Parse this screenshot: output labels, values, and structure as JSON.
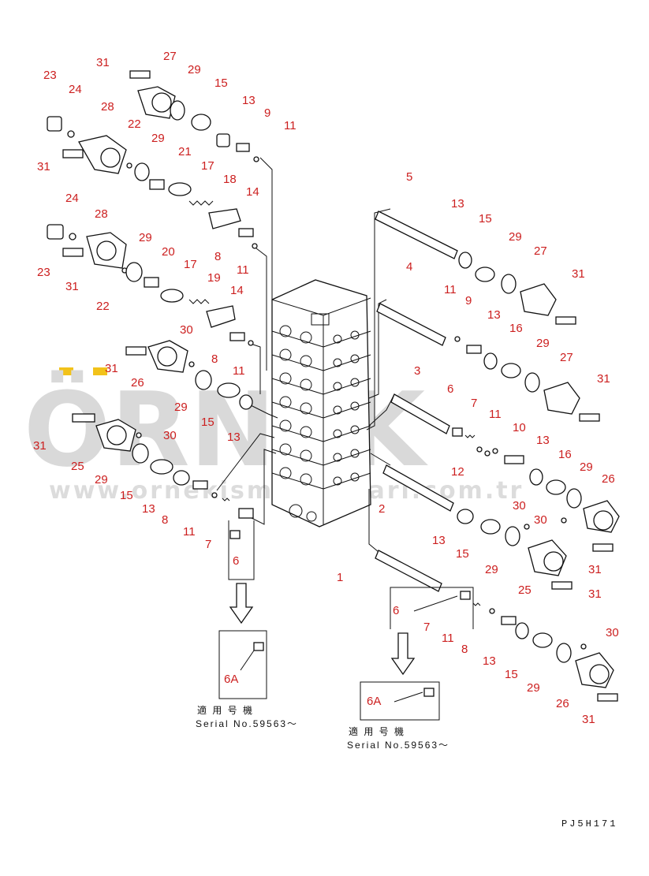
{
  "watermark": {
    "brand": "ÖRNEK",
    "url": "www.ornekismakinalari.com.tr",
    "accent": "#f2c21a"
  },
  "labels": {
    "l31a": "31",
    "l27a": "27",
    "l23a": "23",
    "l24a": "24",
    "l29a": "29",
    "l15a": "15",
    "l13a": "13",
    "l9a": "9",
    "l11a": "11",
    "l28a": "28",
    "l22a": "22",
    "l29b": "29",
    "l21": "21",
    "l31b": "31",
    "l17a": "17",
    "l18": "18",
    "l14a": "14",
    "l24b": "24",
    "l28b": "28",
    "l29c": "29",
    "l8a": "8",
    "l11b": "11",
    "l23b": "23",
    "l31c": "31",
    "l22b": "22",
    "l20": "20",
    "l17b": "17",
    "l19": "19",
    "l14b": "14",
    "l30a": "30",
    "l8b": "8",
    "l11c": "11",
    "l31d": "31",
    "l26a": "26",
    "l29d": "29",
    "l15b": "15",
    "l13b": "13",
    "l31e": "31",
    "l30b": "30",
    "l25a": "25",
    "l29e": "29",
    "l15c": "15",
    "l13c": "13",
    "l8c": "8",
    "l11d": "11",
    "l7a": "7",
    "l6a": "6",
    "l5": "5",
    "l13d": "13",
    "l15d": "15",
    "l29f": "29",
    "l27b": "27",
    "l31f": "31",
    "l4": "4",
    "l11e": "11",
    "l9b": "9",
    "l13e": "13",
    "l16a": "16",
    "l29g": "29",
    "l27c": "27",
    "l31g": "31",
    "l3": "3",
    "l6b": "6",
    "l7b": "7",
    "l11f": "11",
    "l10": "10",
    "l12": "12",
    "l13f": "13",
    "l16b": "16",
    "l29h": "29",
    "l26b": "26",
    "l2": "2",
    "l30c": "30",
    "l30d": "30",
    "l13g": "13",
    "l15e": "15",
    "l29i": "29",
    "l25b": "25",
    "l31h": "31",
    "l31i": "31",
    "l1": "1",
    "l6c": "6",
    "l7c": "7",
    "l11g": "11",
    "l8d": "8",
    "l13h": "13",
    "l15f": "15",
    "l29j": "29",
    "l30e": "30",
    "l26c": "26",
    "l31j": "31"
  },
  "inset_left": {
    "label": "6A",
    "note_jp": "適 用 号 機",
    "serial": "Serial No.59563～"
  },
  "inset_right": {
    "label": "6A",
    "note_jp": "適 用 号 機",
    "serial": "Serial No.59563～"
  },
  "ref_code": "PJ5H171"
}
